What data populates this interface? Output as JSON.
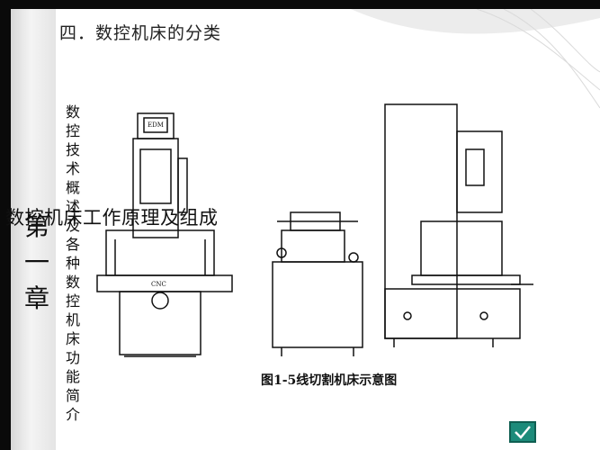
{
  "slide": {
    "title": "四．数控机床的分类",
    "subtitle_vertical": "数控技术概述及各种数控机床功能简介",
    "chapter_vertical": "第一章",
    "overlay_text": "数控机床工作原理及组成",
    "figure_caption": "图1-5线切割机床示意图",
    "figure_labels": {
      "tag_top": "EDM",
      "tag_table": "CNC"
    }
  },
  "colors": {
    "background": "#0a0a0a",
    "slide": "#ffffff",
    "nav_button": "#1c8b7a"
  },
  "icons": {
    "nav_button": "check-icon"
  }
}
